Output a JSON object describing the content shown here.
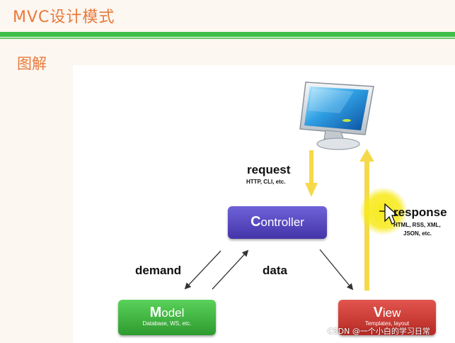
{
  "slide": {
    "title": "MVC设计模式",
    "section": "图解"
  },
  "diagram": {
    "controller": {
      "initial": "C",
      "rest": "ontroller"
    },
    "model": {
      "initial": "M",
      "rest": "odel",
      "sub": "Database, WS, etc."
    },
    "view": {
      "initial": "V",
      "rest": "iew",
      "sub": "Templates, layout"
    },
    "request": {
      "label": "request",
      "sub": "HTTP, CLI, etc."
    },
    "response": {
      "label": "response",
      "sub_line1": "HTML, RSS, XML,",
      "sub_line2": "JSON, etc."
    },
    "demand_label": "demand",
    "data_label": "data"
  },
  "watermark": "CSDN @一个小白的学习日常",
  "colors": {
    "title": "#e8793a",
    "rule": "#3fbf4a",
    "controller": "#5446c4",
    "model": "#3cb43d",
    "view": "#cc3b34",
    "arrow_yellow": "#f5d94a",
    "cursor_highlight": "#f7ea1c"
  }
}
